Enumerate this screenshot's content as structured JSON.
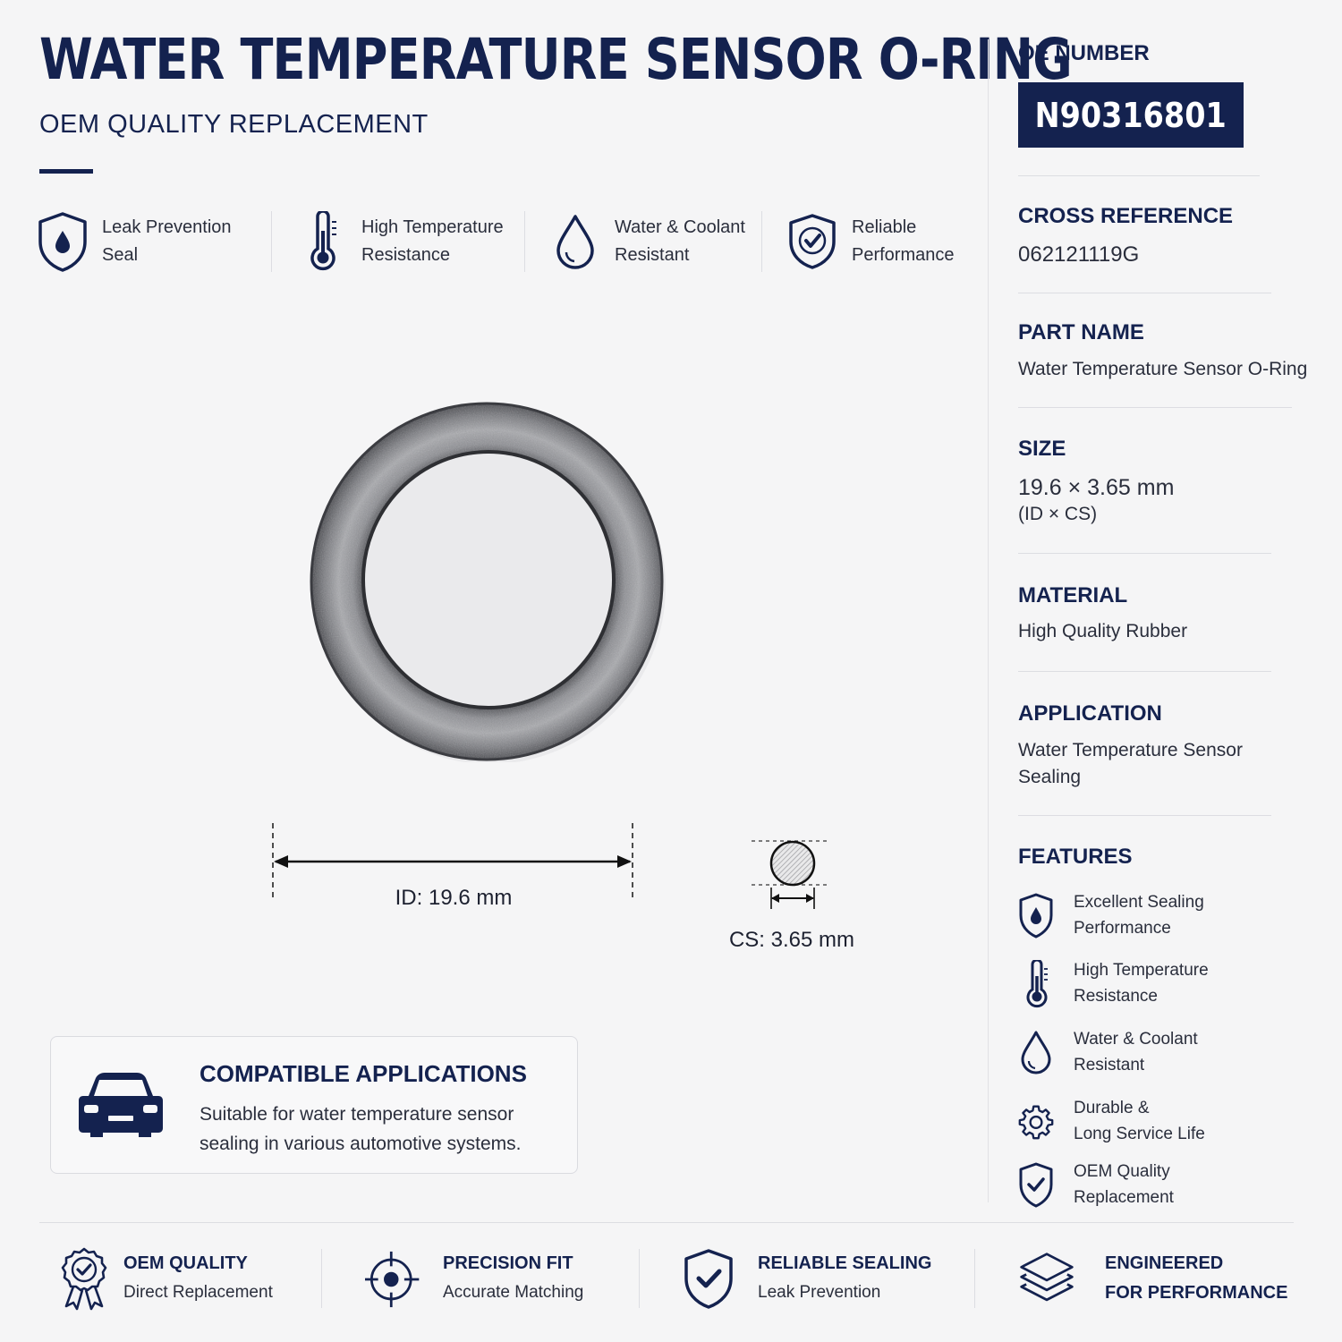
{
  "header": {
    "title": "WATER TEMPERATURE SENSOR O-RING",
    "subtitle": "OEM QUALITY REPLACEMENT"
  },
  "top_features": [
    {
      "icon": "shield-drop-icon",
      "line1": "Leak Prevention",
      "line2": "Seal"
    },
    {
      "icon": "thermometer-icon",
      "line1": "High Temperature",
      "line2": "Resistance"
    },
    {
      "icon": "water-drop-icon",
      "line1": "Water & Coolant",
      "line2": "Resistant"
    },
    {
      "icon": "shield-check-icon",
      "line1": "Reliable",
      "line2": "Performance"
    }
  ],
  "dimensions": {
    "id_label": "ID: 19.6 mm",
    "cs_label": "CS: 3.65 mm"
  },
  "compatible": {
    "icon": "car-icon",
    "title": "COMPATIBLE APPLICATIONS",
    "text": "Suitable for water temperature sensor sealing in various automotive systems."
  },
  "specs": {
    "oe_label": "OE NUMBER",
    "oe_value": "N90316801",
    "cross_ref_label": "CROSS REFERENCE",
    "cross_ref_value": "062121119G",
    "part_name_label": "PART NAME",
    "part_name_value": "Water Temperature Sensor O-Ring",
    "size_label": "SIZE",
    "size_value": "19.6 × 3.65 mm",
    "size_note": "(ID × CS)",
    "material_label": "MATERIAL",
    "material_value": "High Quality Rubber",
    "application_label": "APPLICATION",
    "application_line1": "Water Temperature Sensor",
    "application_line2": "Sealing",
    "features_label": "FEATURES"
  },
  "features": [
    {
      "icon": "shield-drop-icon",
      "line1": "Excellent Sealing",
      "line2": "Performance"
    },
    {
      "icon": "thermometer-icon",
      "line1": "High Temperature",
      "line2": "Resistance"
    },
    {
      "icon": "water-drop-icon",
      "line1": "Water & Coolant",
      "line2": "Resistant"
    },
    {
      "icon": "gear-icon",
      "line1": "Durable &",
      "line2": "Long Service Life"
    },
    {
      "icon": "shield-check-icon",
      "line1": "OEM Quality",
      "line2": "Replacement"
    }
  ],
  "bottom_bar": [
    {
      "icon": "award-badge-icon",
      "title": "OEM QUALITY",
      "subtitle": "Direct Replacement"
    },
    {
      "icon": "crosshair-icon",
      "title": "PRECISION FIT",
      "subtitle": "Accurate Matching"
    },
    {
      "icon": "shield-check-icon",
      "title": "RELIABLE SEALING",
      "subtitle": "Leak Prevention"
    },
    {
      "icon": "layers-icon",
      "title": "ENGINEERED",
      "subtitle": "FOR PERFORMANCE"
    }
  ],
  "colors": {
    "navy": "#14224f",
    "background": "#f5f5f6",
    "ring": "#6f7075"
  }
}
